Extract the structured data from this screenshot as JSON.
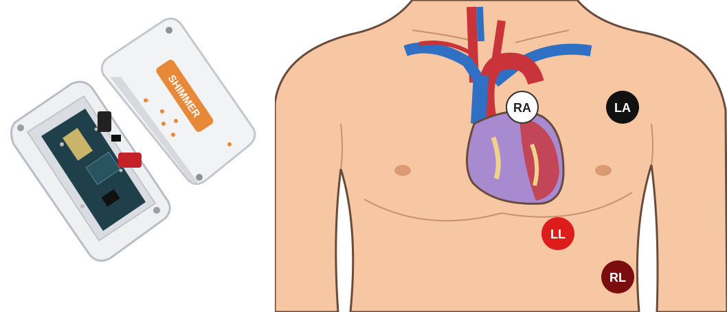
{
  "figure": {
    "device": {
      "logo_text": "SHIMMER",
      "colors": {
        "case": "#e9ecef",
        "logo": "#e8893a",
        "board": "#1f3f4a"
      }
    },
    "torso": {
      "colors": {
        "skin": "#f6c7a2",
        "outline": "#6a4a3a",
        "artery": "#c9333a",
        "vein": "#2f6fc4",
        "heart": "#a88ad0"
      }
    },
    "electrodes": {
      "ra": {
        "label": "RA",
        "color": "#ffffff",
        "text_color": "#222222"
      },
      "la": {
        "label": "LA",
        "color": "#111111",
        "text_color": "#ffffff"
      },
      "ll": {
        "label": "LL",
        "color": "#dd1c1c",
        "text_color": "#ffffff"
      },
      "rl": {
        "label": "RL",
        "color": "#7a0d0d",
        "text_color": "#ffffff"
      }
    }
  }
}
